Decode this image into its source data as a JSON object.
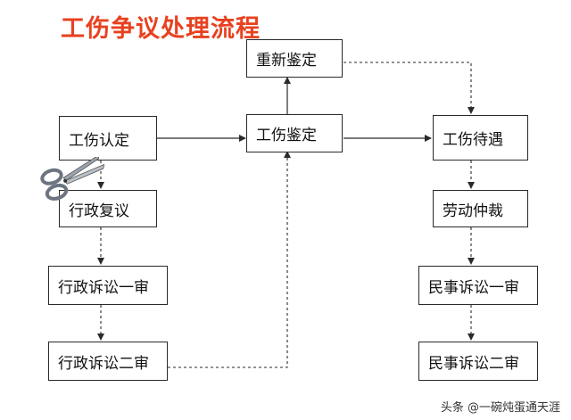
{
  "title": "工伤争议处理流程",
  "boxes": {
    "injury_recognition": "工伤认定",
    "admin_reconsideration": "行政复议",
    "admin_suit_first": "行政诉讼一审",
    "admin_suit_second": "行政诉讼二审",
    "re_appraisal": "重新鉴定",
    "injury_appraisal": "工伤鉴定",
    "injury_benefits": "工伤待遇",
    "labor_arbitration": "劳动仲裁",
    "civil_suit_first": "民事诉讼一审",
    "civil_suit_second": "民事诉讼二审"
  },
  "watermark": "头条 @一碗炖蛋通天涯",
  "icons": [
    "scissors-icon"
  ]
}
